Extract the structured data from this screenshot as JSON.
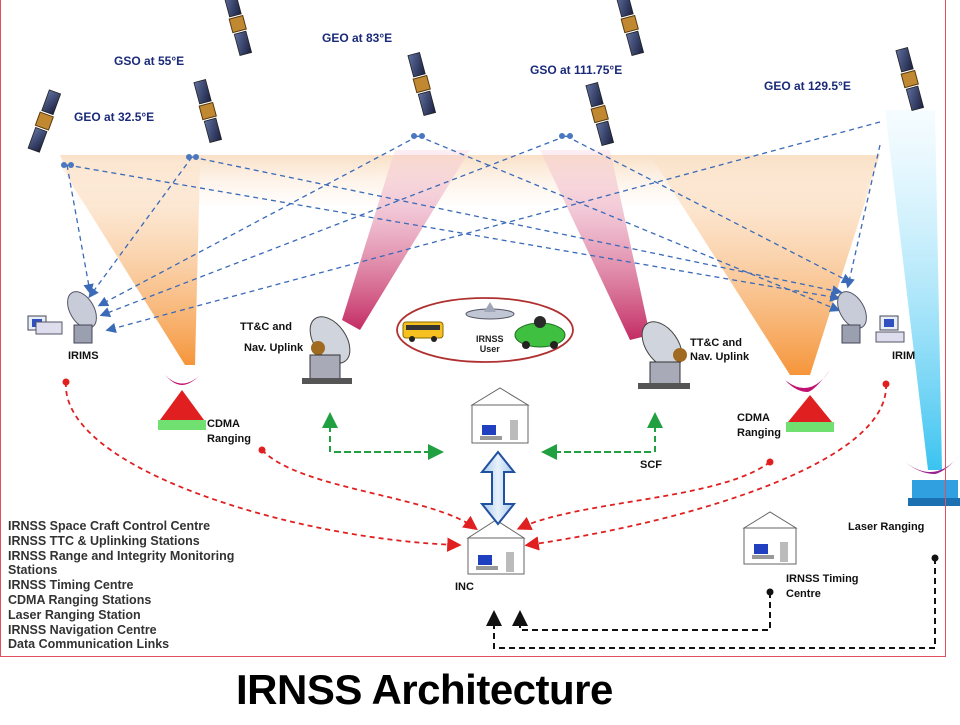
{
  "satellites": [
    {
      "label": "GEO at 32.5°E"
    },
    {
      "label": "GSO at 55°E"
    },
    {
      "label": "GEO at 83°E"
    },
    {
      "label": "GSO at 111.75°E"
    },
    {
      "label": "GEO at 129.5°E"
    }
  ],
  "stations": {
    "irims_left": "IRIMS",
    "irims_right": "IRIM",
    "ttc_left_line1": "TT&C and",
    "ttc_left_line2": "Nav. Uplink",
    "ttc_right_line1": "TT&C and",
    "ttc_right_line2": "Nav. Uplink",
    "cdma_left_line1": "CDMA",
    "cdma_left_line2": "Ranging",
    "cdma_right_line1": "CDMA",
    "cdma_right_line2": "Ranging",
    "user_line1": "IRNSS",
    "user_line2": "User",
    "scf": "SCF",
    "inc": "INC",
    "timing_line1": "IRNSS Timing",
    "timing_line2": "Centre",
    "laser": "Laser Ranging"
  },
  "legend": [
    "IRNSS Space Craft Control  Centre",
    "IRNSS TTC & Uplinking Stations",
    "IRNSS Range and Integrity Monitoring",
    "Stations",
    "IRNSS Timing Centre",
    "CDMA Ranging Stations",
    "Laser Ranging Station",
    "IRNSS Navigation Centre",
    "Data Communication Links"
  ],
  "title": "IRNSS Architecture",
  "colors": {
    "link_blue": "#3a6ab8",
    "link_red": "#e02020",
    "link_green": "#20a040",
    "link_black": "#111111",
    "beam_orange": "#f5a050",
    "beam_magenta": "#c0205a",
    "beam_cyan": "#40c8f0",
    "label_navy": "#1a2a7a"
  }
}
